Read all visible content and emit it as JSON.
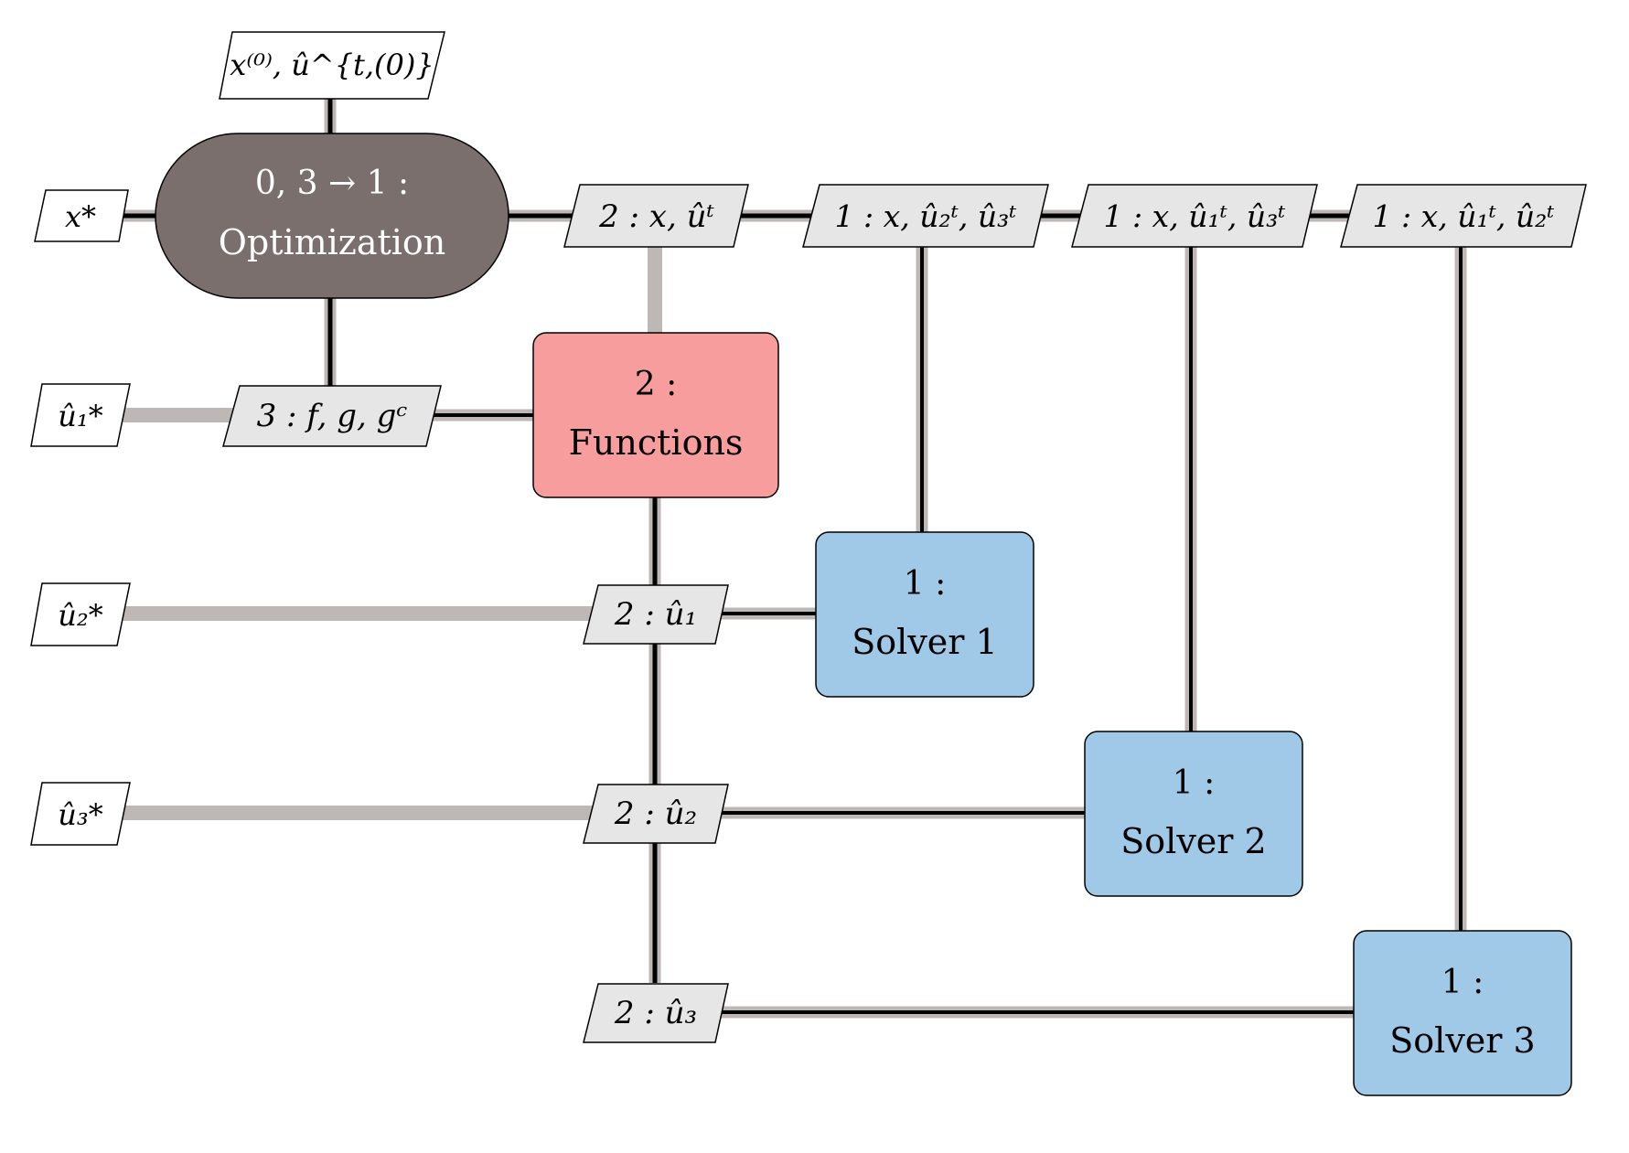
{
  "diagram": {
    "nodes": {
      "optimizer": {
        "step": "0, 3 → 1 :",
        "name": "Optimization"
      },
      "functions": {
        "step": "2 :",
        "name": "Functions"
      },
      "solver1": {
        "step": "1 :",
        "name": "Solver 1"
      },
      "solver2": {
        "step": "1 :",
        "name": "Solver 2"
      },
      "solver3": {
        "step": "1 :",
        "name": "Solver 3"
      }
    },
    "data": {
      "initial": "x⁽⁰⁾, û^{t,(0)}",
      "x_star": "x*",
      "u1_star": "û₁*",
      "u2_star": "û₂*",
      "u3_star": "û₃*",
      "opt_to_func": "2 : x, ûᵗ",
      "opt_to_s1": "1 : x, û₂ᵗ, û₃ᵗ",
      "opt_to_s2": "1 : x, û₁ᵗ, û₃ᵗ",
      "opt_to_s3": "1 : x, û₁ᵗ, û₂ᵗ",
      "func_to_opt": "3 : f, g, gᶜ",
      "u1": "2 : û₁",
      "u2": "2 : û₂",
      "u3": "2 : û₃"
    },
    "colors": {
      "optimizer": "#7a6f6c",
      "functions": "#f89d9d",
      "solver": "#a0c9e8",
      "data_fill": "#e6e6e6",
      "link_gray": "#bdb7b5",
      "link_black": "#000000"
    }
  }
}
